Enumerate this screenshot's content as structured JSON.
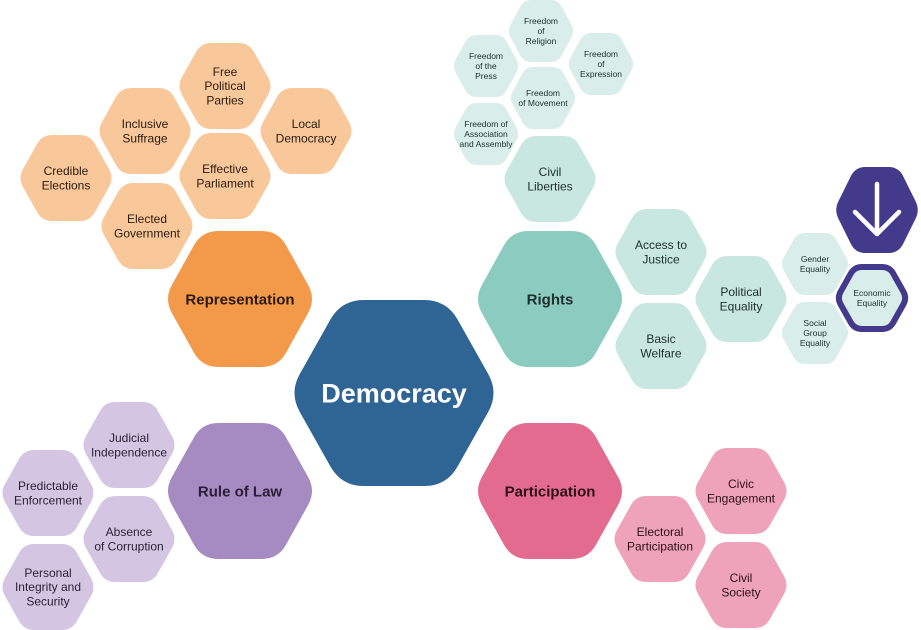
{
  "center": {
    "label": "Democracy",
    "color": "#2e6594",
    "text_color": "#ffffff"
  },
  "themes": {
    "representation": {
      "label": "Representation",
      "color": "#f2994a",
      "text_color": "#2b1a0c",
      "children": [
        "Free Political Parties",
        "Inclusive Suffrage",
        "Local Democracy",
        "Credible Elections",
        "Effective Parliament",
        "Elected Government"
      ],
      "child_color": "#f8c89b"
    },
    "rights": {
      "label": "Rights",
      "color": "#8ccbbf",
      "text_color": "#1d2f2c",
      "child_color": "#c9e7e1",
      "children": [
        "Access to Justice",
        "Political Equality",
        "Basic Welfare",
        "Civil Liberties"
      ],
      "civil_liberties": [
        "Freedom of Religion",
        "Freedom of the Press",
        "Freedom of Expression",
        "Freedom of Movement",
        "Freedom of Association and Assembly"
      ],
      "political_equality": [
        "Gender Equality",
        "Economic Equality",
        "Social Group Equality"
      ],
      "subchild_color": "#d9eeea"
    },
    "rule_of_law": {
      "label": "Rule of Law",
      "color": "#a68ac2",
      "text_color": "#2a1f36",
      "child_color": "#d4c6e2",
      "children": [
        "Judicial Independence",
        "Predictable Enforcement",
        "Absence of Corruption",
        "Personal Integrity and Security"
      ]
    },
    "participation": {
      "label": "Participation",
      "color": "#e36b8f",
      "text_color": "#2d0f18",
      "child_color": "#eea3ba",
      "children": [
        "Civic Engagement",
        "Electoral Participation",
        "Civil Society"
      ]
    }
  },
  "selected": {
    "label": "Economic Equality",
    "outline_color": "#443a8c"
  },
  "indicator": {
    "icon": "arrow-down-icon",
    "color": "#443a8c"
  }
}
